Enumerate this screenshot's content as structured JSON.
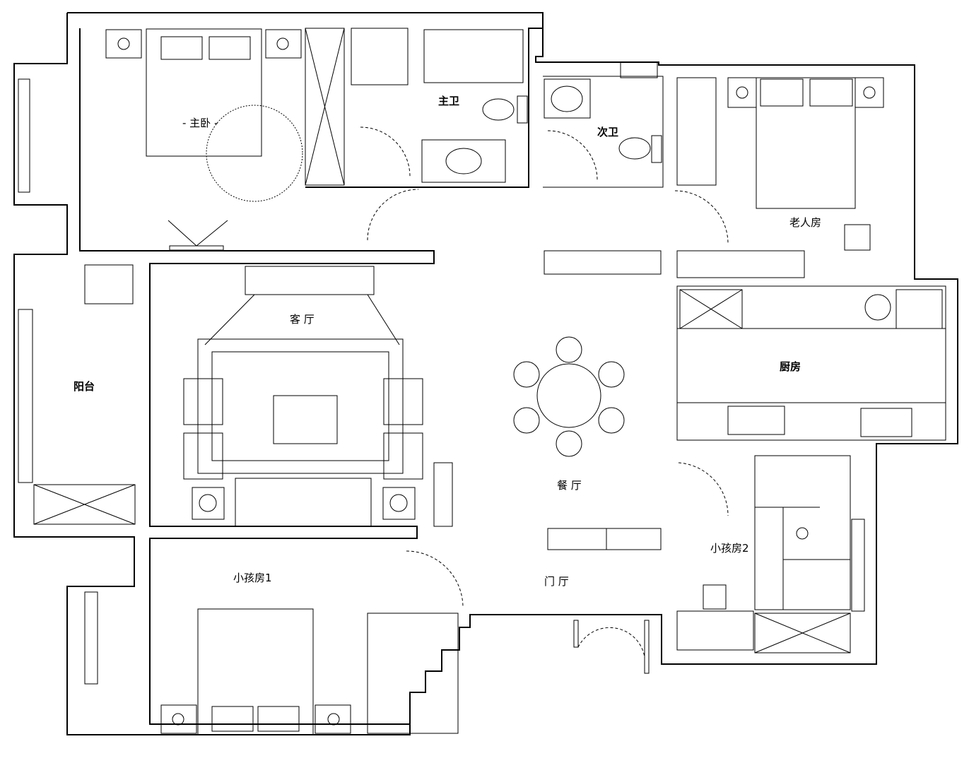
{
  "plan": {
    "rooms": {
      "master_bedroom": "- 主卧 -",
      "master_bath": "主卫",
      "second_bath": "次卫",
      "elder_room": "老人房",
      "living_room": "客  厅",
      "balcony": "阳台",
      "kitchen": "厨房",
      "dining_room": "餐  厅",
      "kids_room_1": "小孩房1",
      "kids_room_2": "小孩房2",
      "foyer": "门  厅"
    },
    "colors": {
      "line": "#000000",
      "background": "#ffffff"
    }
  }
}
